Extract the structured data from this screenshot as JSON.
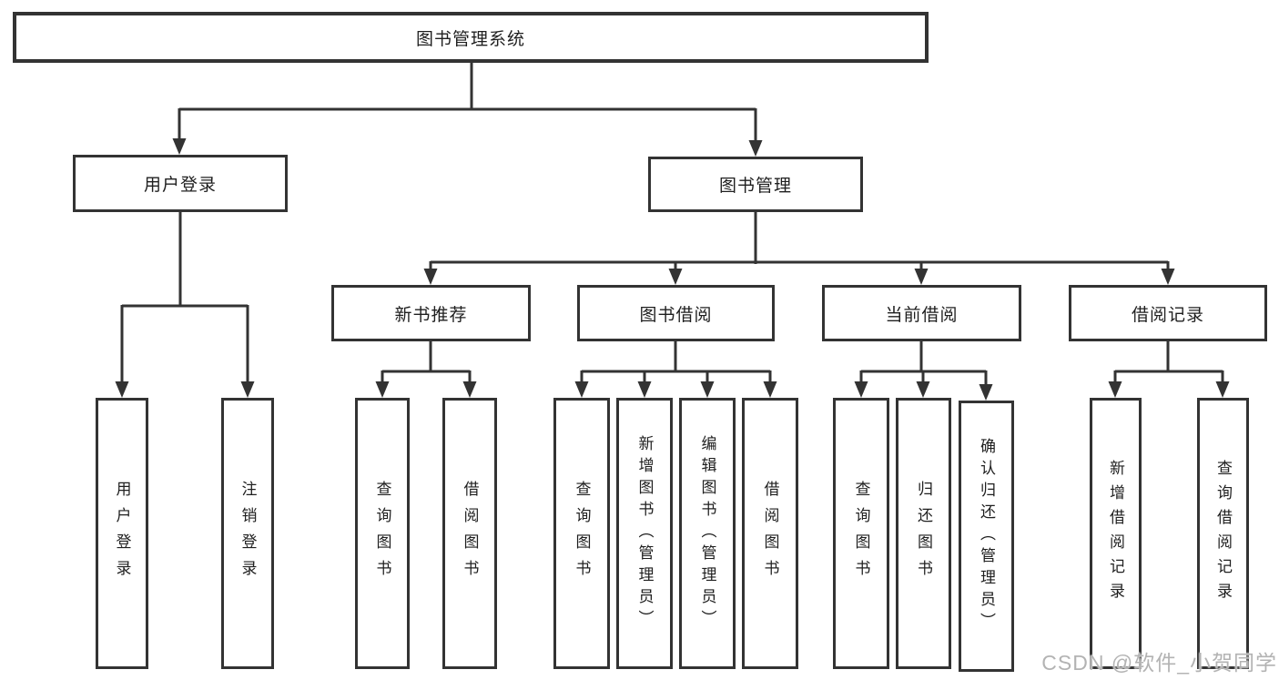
{
  "nodes": {
    "root": "图书管理系统",
    "user_login": "用户登录",
    "book_mgmt": "图书管理",
    "new_book_rec": "新书推荐",
    "book_borrow": "图书借阅",
    "current_borrow": "当前借阅",
    "borrow_records": "借阅记录",
    "leaf_user_login": "用户登录",
    "leaf_logout": "注销登录",
    "leaf_query_book_1": "查询图书",
    "leaf_borrow_book_1": "借阅图书",
    "leaf_query_book_2": "查询图书",
    "leaf_add_book": "新增图书（管理员）",
    "leaf_edit_book": "编辑图书（管理员）",
    "leaf_borrow_book_2": "借阅图书",
    "leaf_query_book_3": "查询图书",
    "leaf_return_book": "归还图书",
    "leaf_confirm_return": "确认归还（管理员）",
    "leaf_add_record": "新增借阅记录",
    "leaf_query_record": "查询借阅记录"
  },
  "watermark": "CSDN @软件_小贺同学",
  "colors": {
    "line": "#333333",
    "box_border": "#333333",
    "text": "#1f1f1f",
    "watermark": "#b3b3b3",
    "background": "#ffffff"
  }
}
